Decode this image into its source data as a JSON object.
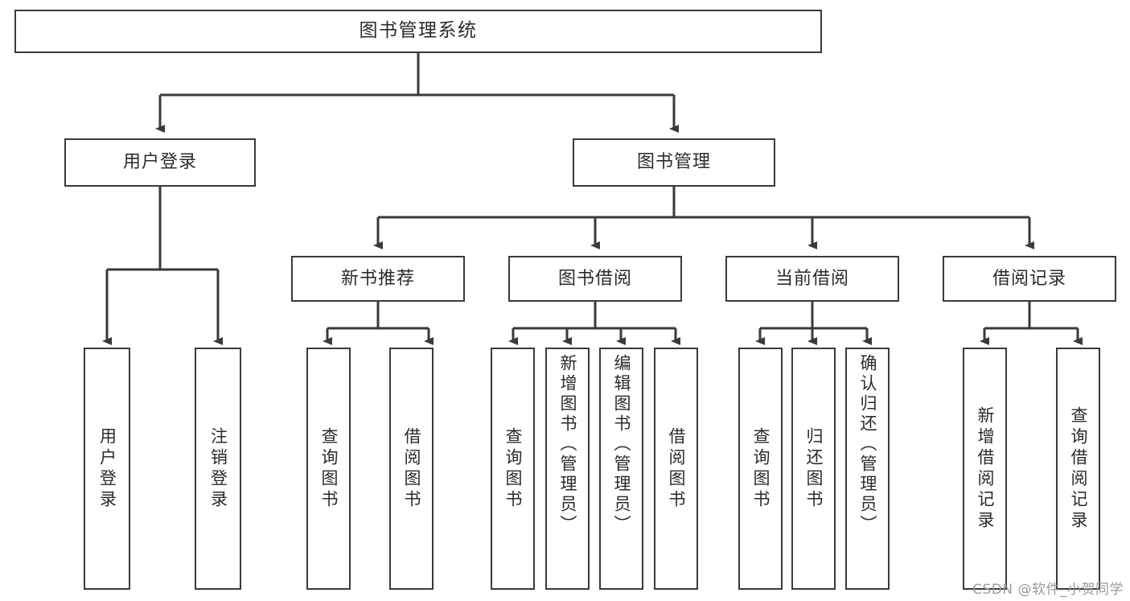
{
  "diagram": {
    "type": "tree",
    "title": "图书管理系统",
    "root": {
      "label": "图书管理系统"
    },
    "level2": [
      {
        "label": "用户登录"
      },
      {
        "label": "图书管理"
      }
    ],
    "level3": [
      {
        "label": "新书推荐"
      },
      {
        "label": "图书借阅"
      },
      {
        "label": "当前借阅"
      },
      {
        "label": "借阅记录"
      }
    ],
    "leaves": {
      "user_login": [
        {
          "label": "用户登录"
        },
        {
          "label": "注销登录"
        }
      ],
      "new_book_recommend": [
        {
          "label": "查询图书"
        },
        {
          "label": "借阅图书"
        }
      ],
      "book_borrow": [
        {
          "label": "查询图书"
        },
        {
          "label": "新增图书（管理员）"
        },
        {
          "label": "编辑图书（管理员）"
        },
        {
          "label": "借阅图书"
        }
      ],
      "current_borrow": [
        {
          "label": "查询图书"
        },
        {
          "label": "归还图书"
        },
        {
          "label": "确认归还（管理员）"
        }
      ],
      "borrow_record": [
        {
          "label": "新增借阅记录"
        },
        {
          "label": "查询借阅记录"
        }
      ]
    }
  },
  "watermark": {
    "text": "CSDN @软件_小贺同学"
  },
  "colors": {
    "stroke": "#3a3a3a",
    "text": "#2b2b2b",
    "background": "#ffffff",
    "watermark": "#9a9a9a"
  }
}
